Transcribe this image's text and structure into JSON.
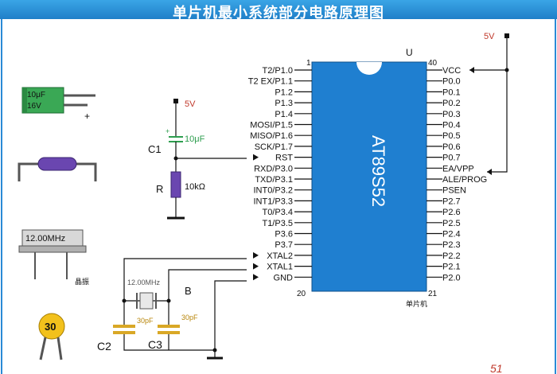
{
  "title": "单片机最小系统部分电路原理图",
  "chip": {
    "name": "AT89S52",
    "ref": "U",
    "caption": "单片机",
    "color": "#1f7fd0",
    "pin_first_left": "1",
    "pin_last_left": "20",
    "pin_first_right": "40",
    "pin_last_right": "21",
    "left_pins": [
      "T2/P1.0",
      "T2 EX/P1.1",
      "P1.2",
      "P1.3",
      "P1.4",
      "MOSI/P1.5",
      "MISO/P1.6",
      "SCK/P1.7",
      "RST",
      "RXD/P3.0",
      "TXD/P3.1",
      "INT0/P3.2",
      "INT1/P3.3",
      "T0/P3.4",
      "T1/P3.5",
      "P3.6",
      "P3.7",
      "XTAL2",
      "XTAL1",
      "GND"
    ],
    "right_pins": [
      "VCC",
      "P0.0",
      "P0.1",
      "P0.2",
      "P0.3",
      "P0.4",
      "P0.5",
      "P0.6",
      "P0.7",
      "EA/VPP",
      "ALE/PROG",
      "PSEN",
      "P2.7",
      "P2.6",
      "P2.5",
      "P2.4",
      "P2.3",
      "P2.2",
      "P2.1",
      "P2.0"
    ]
  },
  "power": {
    "left": "5V",
    "right": "5V",
    "color": "#c0392b"
  },
  "reset": {
    "cap_ref": "C1",
    "cap_value": "10μF",
    "cap_plus": "+",
    "res_ref": "R",
    "res_value": "10kΩ"
  },
  "crystal": {
    "ref": "B",
    "value": "12.00MHz",
    "c2_ref": "C2",
    "c3_ref": "C3",
    "c2_value": "30pF",
    "c3_value": "30pF"
  },
  "legend": {
    "electrolytic_label": "10μF\n16V",
    "electrolytic_line1": "10μF",
    "electrolytic_line2": "16V",
    "electrolytic_plus": "+",
    "crystal_label": "12.00MHz",
    "crystal_caption": "晶振",
    "ceramic_label": "30"
  },
  "watermark": "51"
}
